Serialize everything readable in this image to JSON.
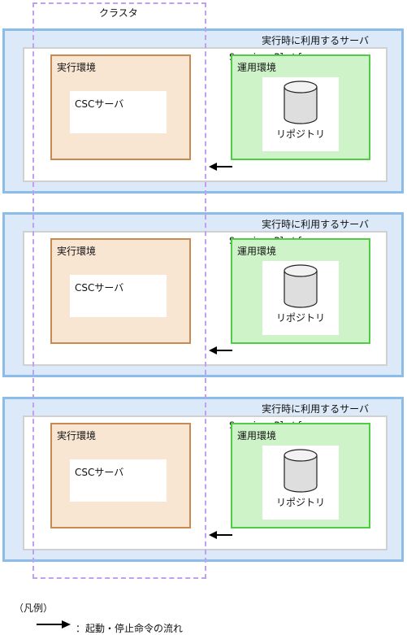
{
  "cluster": {
    "label": "クラスタ"
  },
  "servers": [
    {
      "title": "実行時に利用するサーバ",
      "platform_title": "Service Platform",
      "exec_env_label": "実行環境",
      "csc_label": "CSCサーバ",
      "ops_env_label": "運用環境",
      "repository_label": "リポジトリ"
    },
    {
      "title": "実行時に利用するサーバ",
      "platform_title": "Service Platform",
      "exec_env_label": "実行環境",
      "csc_label": "CSCサーバ",
      "ops_env_label": "運用環境",
      "repository_label": "リポジトリ"
    },
    {
      "title": "実行時に利用するサーバ",
      "platform_title": "Service Platform",
      "exec_env_label": "実行環境",
      "csc_label": "CSCサーバ",
      "ops_env_label": "運用環境",
      "repository_label": "リポジトリ"
    }
  ],
  "legend": {
    "title": "（凡例）",
    "arrow_description": "：起動・停止命令の流れ"
  },
  "colors": {
    "server_fill": "#dbe9f9",
    "server_border": "#8cbcea",
    "exec_env_fill": "#f8e6d3",
    "exec_env_border": "#c88a50",
    "ops_env_fill": "#cef3c8",
    "ops_env_border": "#4fcb45",
    "cluster_border": "#c19ff1"
  },
  "icons": {
    "repository": "database-cylinder-icon",
    "flow": "arrow-left-icon"
  }
}
